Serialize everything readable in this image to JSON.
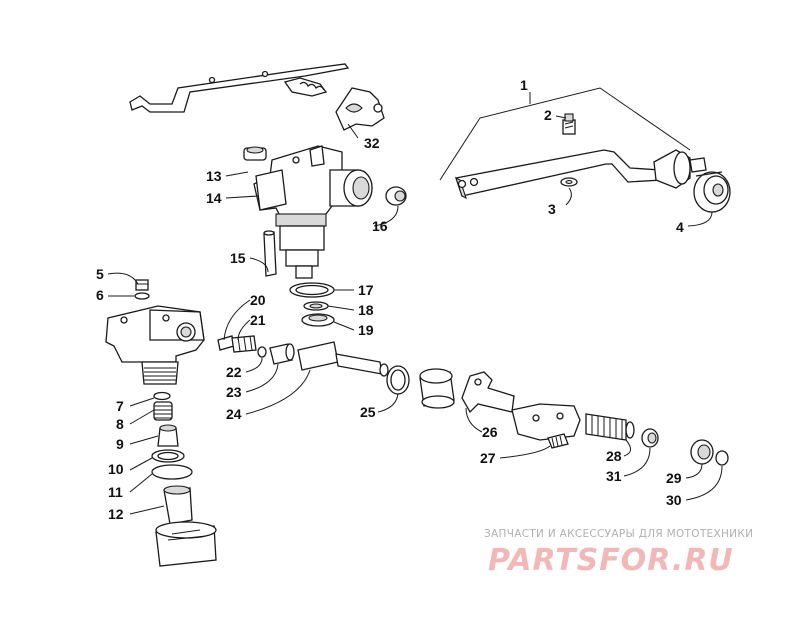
{
  "diagram": {
    "callouts": [
      "1",
      "2",
      "3",
      "4",
      "5",
      "6",
      "7",
      "8",
      "9",
      "10",
      "11",
      "12",
      "13",
      "14",
      "15",
      "16",
      "17",
      "18",
      "19",
      "20",
      "21",
      "22",
      "23",
      "24",
      "25",
      "26",
      "27",
      "28",
      "29",
      "30",
      "31",
      "32"
    ]
  },
  "watermark": {
    "tagline": "ЗАПЧАСТИ И АКСЕССУАРЫ ДЛЯ МОТОТЕХНИКИ",
    "logo": "PARTSFOR.RU"
  }
}
